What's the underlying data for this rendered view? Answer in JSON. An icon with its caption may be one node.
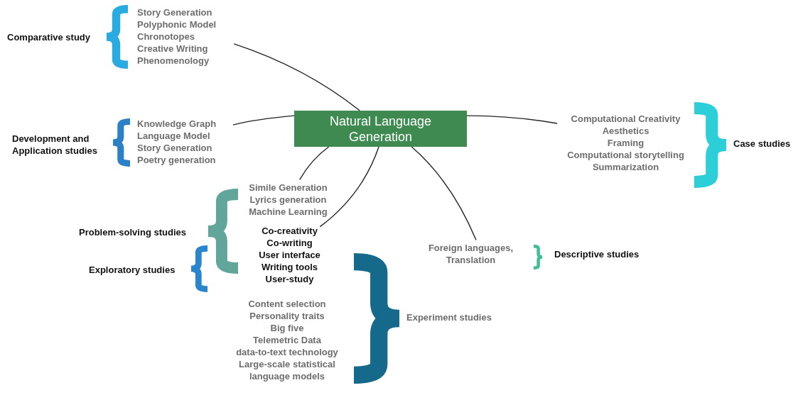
{
  "diagram": {
    "nodes": [
      {
        "text": [
          "Natural Language Generation"
        ]
      },
      {
        "text": [
          "Story Generation",
          "Polyphonic Model",
          "Chronotopes",
          "Creative Writing",
          "Phenomenology"
        ]
      },
      {
        "text": [
          "Knowledge Graph",
          "Language Model",
          "Story Generation",
          "Poetry generation"
        ]
      },
      {
        "text": [
          "Computational Creativity",
          "Aesthetics",
          "Framing",
          "Computational storytelling",
          "Summarization"
        ]
      },
      {
        "text": [
          "Simile Generation",
          "Lyrics generation",
          "Machine Learning"
        ]
      },
      {
        "text": [
          "Co-creativity",
          "Co-writing",
          "User interface",
          "Writing tools",
          "User-study"
        ]
      },
      {
        "text": [
          "Content selection",
          "Personality traits",
          "Big five",
          "Telemetric Data",
          "data-to-text technology",
          "Large-scale statistical language models"
        ]
      },
      {
        "text": [
          "Foreign languages, Translation"
        ]
      }
    ],
    "edges": [
      {
        "from": 0,
        "to": 1,
        "arrow": "none"
      },
      {
        "from": 0,
        "to": 2,
        "arrow": "none"
      },
      {
        "from": 0,
        "to": 3,
        "arrow": "none"
      },
      {
        "from": 0,
        "to": 4,
        "arrow": "none"
      },
      {
        "from": 0,
        "to": 5,
        "arrow": "none"
      },
      {
        "from": 0,
        "to": 7,
        "arrow": "none"
      }
    ],
    "labels": [
      "Comparative study",
      "Development and Application studies",
      "Case studies",
      "Problem-solving studies",
      "Exploratory studies",
      "Descriptive studies",
      "Experiment studies"
    ]
  }
}
